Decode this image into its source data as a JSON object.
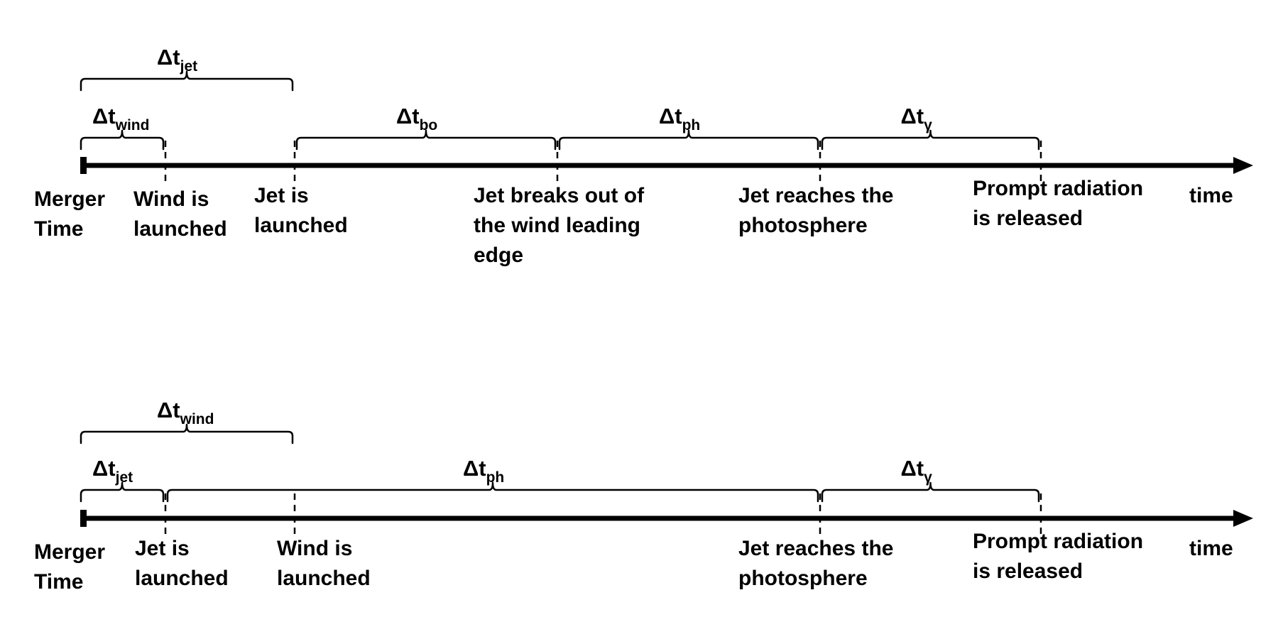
{
  "timelines": [
    {
      "id": "top",
      "axis_label": "time",
      "events": [
        {
          "key": "merger",
          "lines": [
            "Merger",
            "Time"
          ]
        },
        {
          "key": "wind",
          "lines": [
            "Wind is",
            "launched"
          ]
        },
        {
          "key": "jet",
          "lines": [
            "Jet is",
            "launched"
          ]
        },
        {
          "key": "breakout",
          "lines": [
            "Jet breaks out of",
            "the wind leading",
            "edge"
          ]
        },
        {
          "key": "photosphere",
          "lines": [
            "Jet reaches the",
            "photosphere"
          ]
        },
        {
          "key": "prompt",
          "lines": [
            "Prompt radiation",
            "is released"
          ]
        }
      ],
      "intervals": [
        {
          "symbol": "Δt",
          "sub": "wind",
          "from": "merger",
          "to": "wind",
          "tier": "low"
        },
        {
          "symbol": "Δt",
          "sub": "jet",
          "from": "merger",
          "to": "jet",
          "tier": "high"
        },
        {
          "symbol": "Δt",
          "sub": "bo",
          "from": "jet",
          "to": "breakout",
          "tier": "low"
        },
        {
          "symbol": "Δt",
          "sub": "ph",
          "from": "breakout",
          "to": "photosphere",
          "tier": "low"
        },
        {
          "symbol": "Δt",
          "sub": "γ",
          "from": "photosphere",
          "to": "prompt",
          "tier": "low"
        }
      ]
    },
    {
      "id": "bottom",
      "axis_label": "time",
      "events": [
        {
          "key": "merger",
          "lines": [
            "Merger",
            "Time"
          ]
        },
        {
          "key": "jet",
          "lines": [
            "Jet is",
            "launched"
          ]
        },
        {
          "key": "wind",
          "lines": [
            "Wind is",
            "launched"
          ]
        },
        {
          "key": "photosphere",
          "lines": [
            "Jet reaches the",
            "photosphere"
          ]
        },
        {
          "key": "prompt",
          "lines": [
            "Prompt radiation",
            "is released"
          ]
        }
      ],
      "intervals": [
        {
          "symbol": "Δt",
          "sub": "jet",
          "from": "merger",
          "to": "jet",
          "tier": "low"
        },
        {
          "symbol": "Δt",
          "sub": "wind",
          "from": "merger",
          "to": "wind",
          "tier": "high"
        },
        {
          "symbol": "Δt",
          "sub": "ph",
          "from": "jet",
          "to": "photosphere",
          "tier": "low"
        },
        {
          "symbol": "Δt",
          "sub": "γ",
          "from": "photosphere",
          "to": "prompt",
          "tier": "low"
        }
      ]
    }
  ]
}
